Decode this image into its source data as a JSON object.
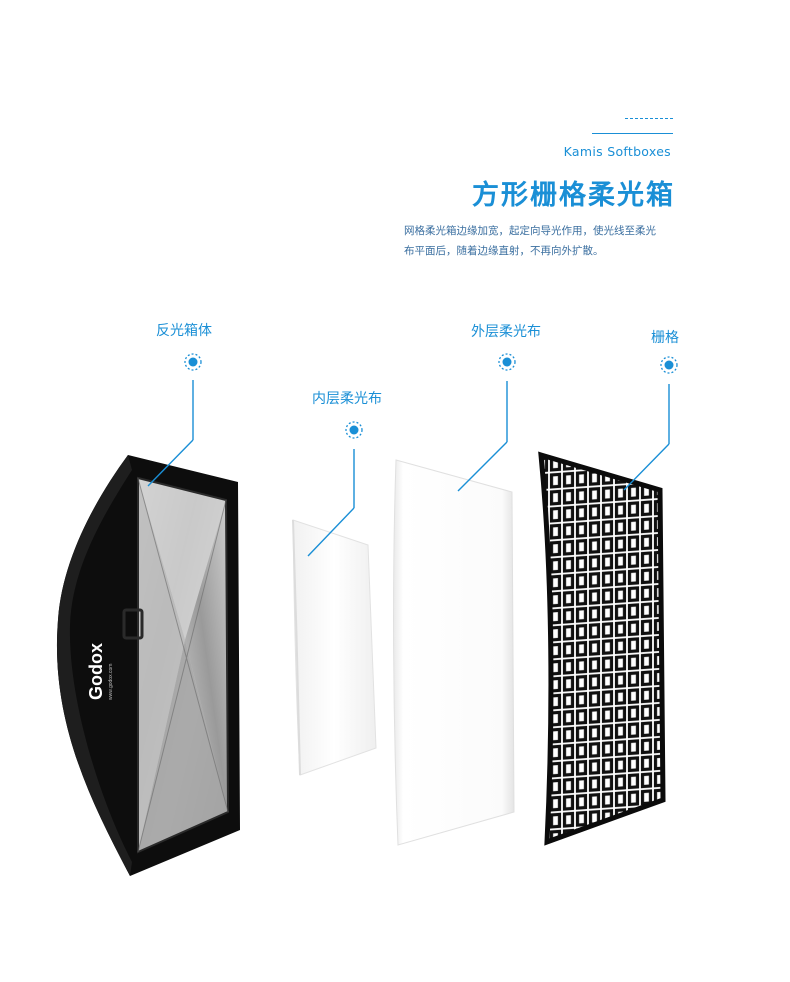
{
  "header": {
    "brand": "Kamis Softboxes",
    "title": "方形栅格柔光箱",
    "description_line1": "网格柔光箱边缘加宽，起定向导光作用，使光线至柔光",
    "description_line2": "布平面后，随着边缘直射，不再向外扩散。"
  },
  "components": [
    {
      "label": "反光箱体"
    },
    {
      "label": "内层柔光布"
    },
    {
      "label": "外层柔光布"
    },
    {
      "label": "栅格"
    }
  ],
  "product": {
    "logo_text": "Godox",
    "logo_sub": "www.godox.com"
  },
  "colors": {
    "accent": "#1a8fd6",
    "text_desc": "#3b6fa0",
    "box_black": "#0d0d0d",
    "silver": "#b8b8b8"
  }
}
